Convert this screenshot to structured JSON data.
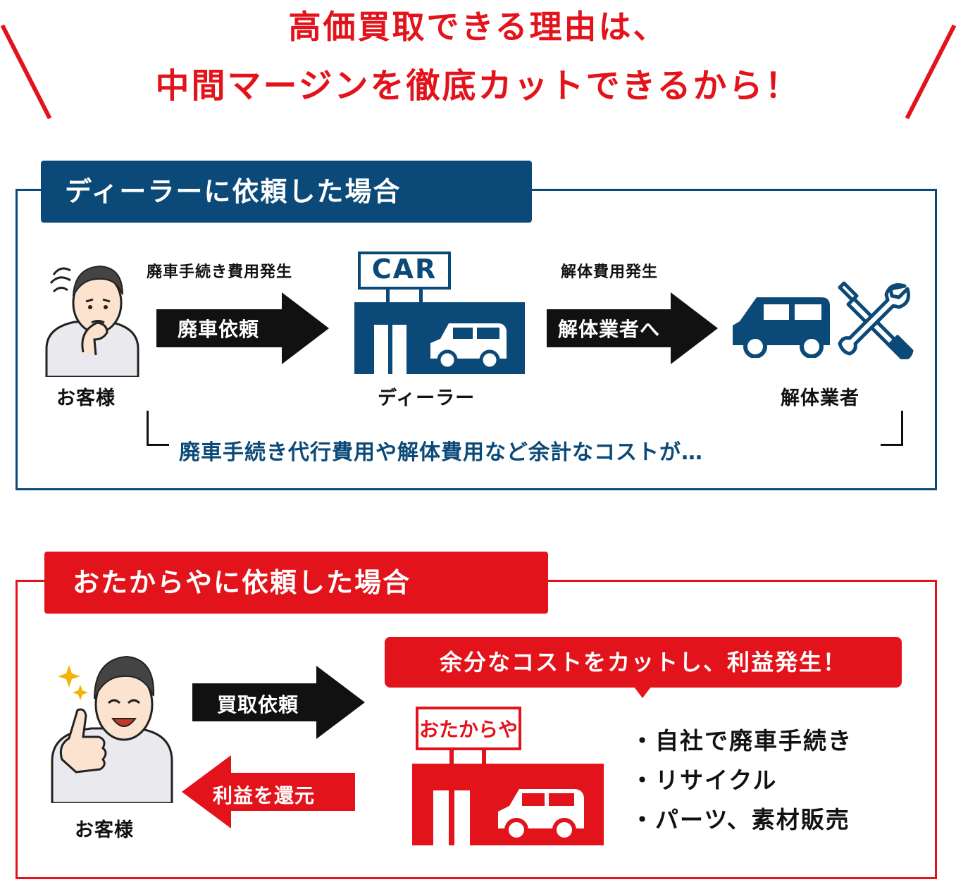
{
  "headline": {
    "line1": "高価買取できる理由は、",
    "line2": "中間マージンを徹底カットできるから！"
  },
  "dealer_case": {
    "tab_title": "ディーラーに依頼した場合",
    "customer_label": "お客様",
    "fee1_label": "廃車手続き費用発生",
    "arrow1_label": "廃車依頼",
    "store_sign": "CAR",
    "dealer_label": "ディーラー",
    "fee2_label": "解体費用発生",
    "arrow2_label": "解体業者へ",
    "dismantler_label": "解体業者",
    "cost_note": "廃車手続き代行費用や解体費用など余計なコストが…"
  },
  "otakaraya_case": {
    "tab_title": "おたからやに依頼した場合",
    "customer_label": "お客様",
    "arrow_buy_label": "買取依頼",
    "arrow_return_label": "利益を還元",
    "bubble_text": "余分なコストをカットし、利益発生！",
    "store_sign": "おたからや",
    "bullets": [
      "・自社で廃車手続き",
      "・リサイクル",
      "・パーツ、素材販売"
    ]
  },
  "colors": {
    "red": "#e3131b",
    "navy": "#0b4a78",
    "black": "#111111"
  }
}
